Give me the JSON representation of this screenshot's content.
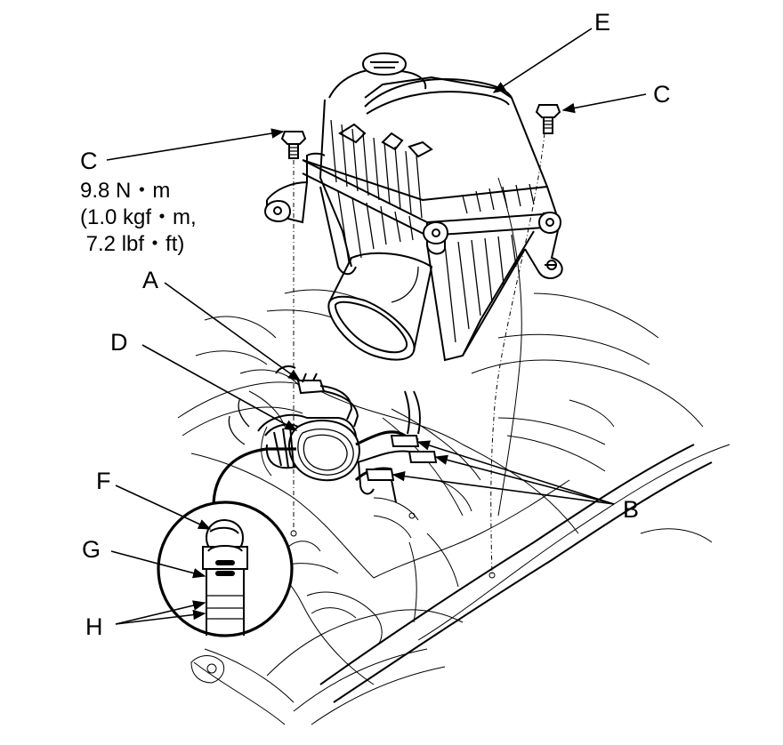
{
  "labels": {
    "a": "A",
    "b": "B",
    "c_left": "C",
    "c_right": "C",
    "d": "D",
    "e": "E",
    "f": "F",
    "g": "G",
    "h": "H"
  },
  "torque_spec": {
    "line1": "9.8 N・m",
    "line2": "(1.0 kgf・m,",
    "line3": " 7.2 lbf・ft)"
  },
  "colors": {
    "ink": "#000000",
    "background": "#ffffff"
  }
}
